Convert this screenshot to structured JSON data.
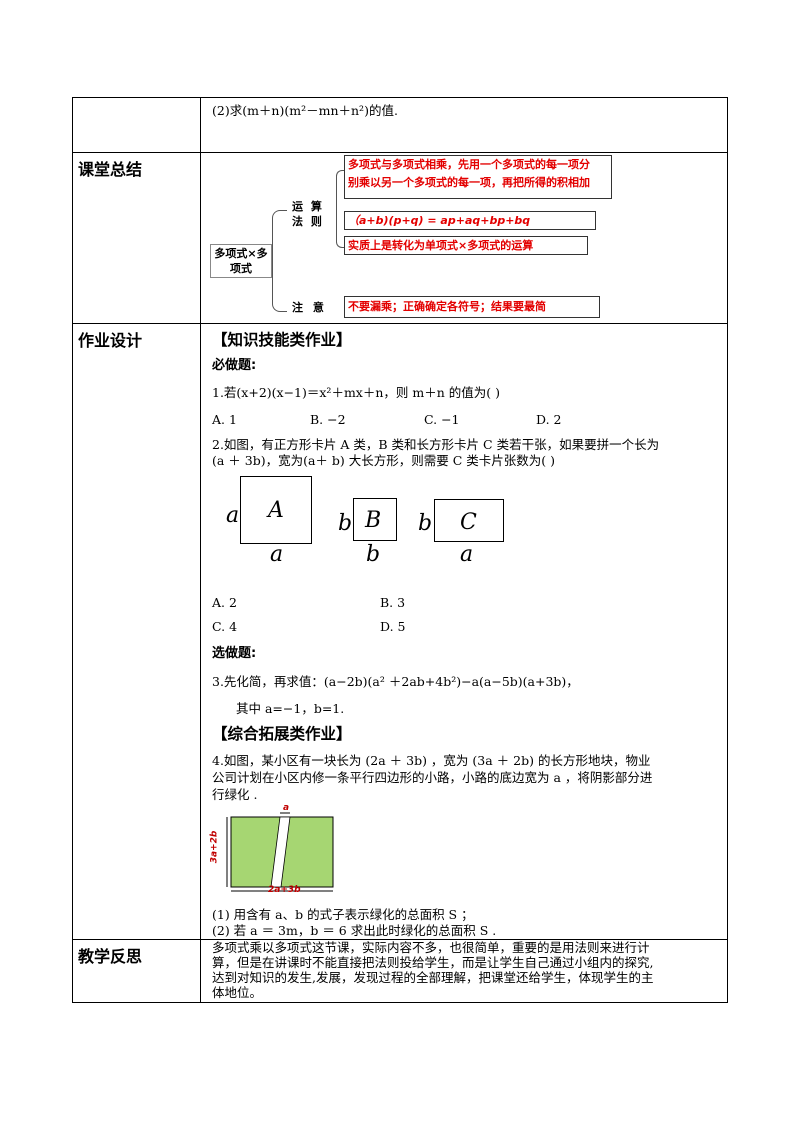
{
  "row1": {
    "content": "(2)求(m＋n)(m²－mn＋n²)的值."
  },
  "summary": {
    "label": "课堂总结",
    "root": "多项式×多项式",
    "rule_label": "运 算 法 则",
    "rule_line1": "多项式与多项式相乘，先用一个多项式的每一项分",
    "rule_line2": "别乘以另一个多项式的每一项，再把所得的积相加",
    "formula": "（a+b)(p+q) = ap+aq+bp+bq",
    "essence": "实质上是转化为单项式×多项式的运算",
    "note_label": "注 意",
    "note": "不要漏乘；正确确定各符号；结果要最简"
  },
  "homework": {
    "label": "作业设计",
    "section1": "【知识技能类作业】",
    "required": "必做题:",
    "q1": "1.若(x+2)(x−1)＝x²＋mx＋n，则 m＋n 的值为(      )",
    "q1_options": [
      "A. 1",
      "B. −2",
      "C. −1",
      "D. 2"
    ],
    "q2_line1": "2.如图，有正方形卡片  A  类，B  类和长方形卡片  C  类若干张，如果要拼一个长为",
    "q2_line2": "(a ＋ 3b)，宽为(a＋ b)  大长方形，则需要  C 类卡片张数为(      )",
    "cards": [
      {
        "letter": "A",
        "side": "a",
        "bottom": "a"
      },
      {
        "letter": "B",
        "side": "b",
        "bottom": "b"
      },
      {
        "letter": "C",
        "side": "b",
        "bottom": "a"
      }
    ],
    "q2_options": [
      "A. 2",
      "B. 3",
      "C. 4",
      "D. 5"
    ],
    "optional": "选做题:",
    "q3_line1": "3.先化简，再求值：(a−2b)(a² ＋2ab+4b²)−a(a−5b)(a+3b)，",
    "q3_line2": "其中 a=−1，b=1.",
    "section2": "【综合拓展类作业】",
    "q4_line1": "4.如图，某小区有一块长为  (2a ＋ 3b)     ，宽为  (3a ＋ 2b)  的长方形地块，物业",
    "q4_line2": "公司计划在小区内修一条平行四边形的小路，小路的底边宽为  a  ，将阴影部分进",
    "q4_line3": "行绿化 .",
    "fig_top": "a",
    "fig_side": "3a+2b",
    "fig_bottom": "2a+3b",
    "fig_color": "#a6d672",
    "q4_part1": "(1)  用含有  a、b 的式子表示绿化的总面积  S ；",
    "q4_part2": "(2)    若 a ＝ 3m，b ＝ 6  求出此时绿化的总面积  S ."
  },
  "reflection": {
    "label": "教学反思",
    "line1": "多项式乘以多项式这节课，实际内容不多，也很简单，重要的是用法则来进行计",
    "line2": "算，但是在讲课时不能直接把法则投给学生，而是让学生自己通过小组内的探究,",
    "line3": "达到对知识的发生,发展，发现过程的全部理解，把课堂还给学生，体现学生的主",
    "line4": "体地位。"
  }
}
